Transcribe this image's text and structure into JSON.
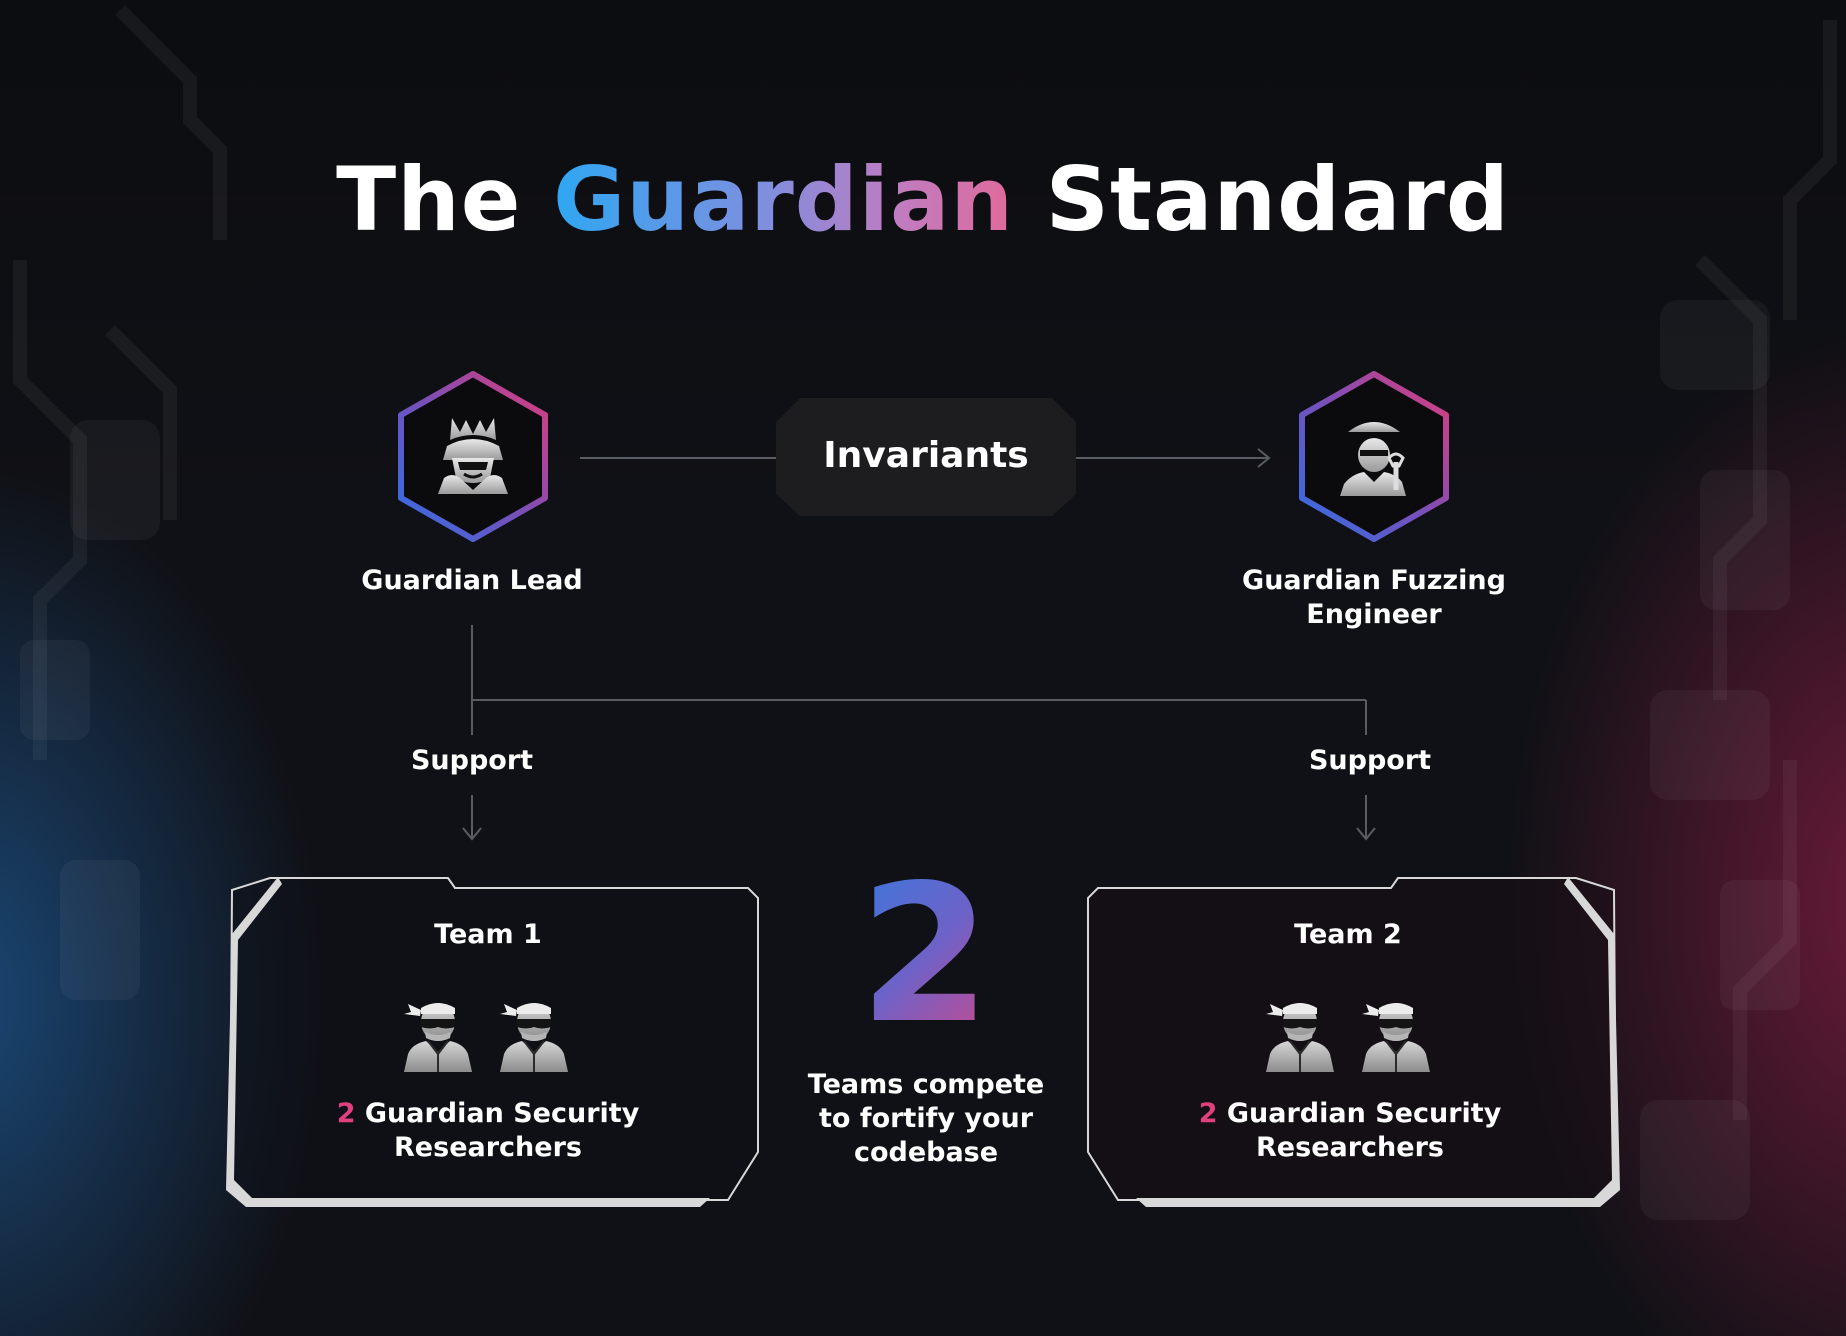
{
  "title": {
    "prefix": "The",
    "accent": "Guardian",
    "suffix": "Standard"
  },
  "top_row": {
    "lead_label": "Guardian Lead",
    "center_label": "Invariants",
    "engineer_label_line1": "Guardian Fuzzing",
    "engineer_label_line2": "Engineer"
  },
  "support": {
    "left_label": "Support",
    "right_label": "Support"
  },
  "teams": [
    {
      "title": "Team 1",
      "count": "2",
      "role_line1": "Guardian Security",
      "role_line2": "Researchers"
    },
    {
      "title": "Team 2",
      "count": "2",
      "role_line1": "Guardian Security",
      "role_line2": "Researchers"
    }
  ],
  "center": {
    "big_number": "2",
    "line1": "Teams compete",
    "line2": "to fortify your",
    "line3": "codebase"
  },
  "icons": {
    "lead": "samurai-helmet-icon",
    "engineer": "straw-hat-engineer-icon",
    "researcher": "ninja-researcher-icon"
  },
  "colors": {
    "background": "#101116",
    "accent_blue": "#2ea7f2",
    "accent_pink": "#e0407e",
    "line": "#5a5c63",
    "box_border": "#d8d8d8"
  }
}
